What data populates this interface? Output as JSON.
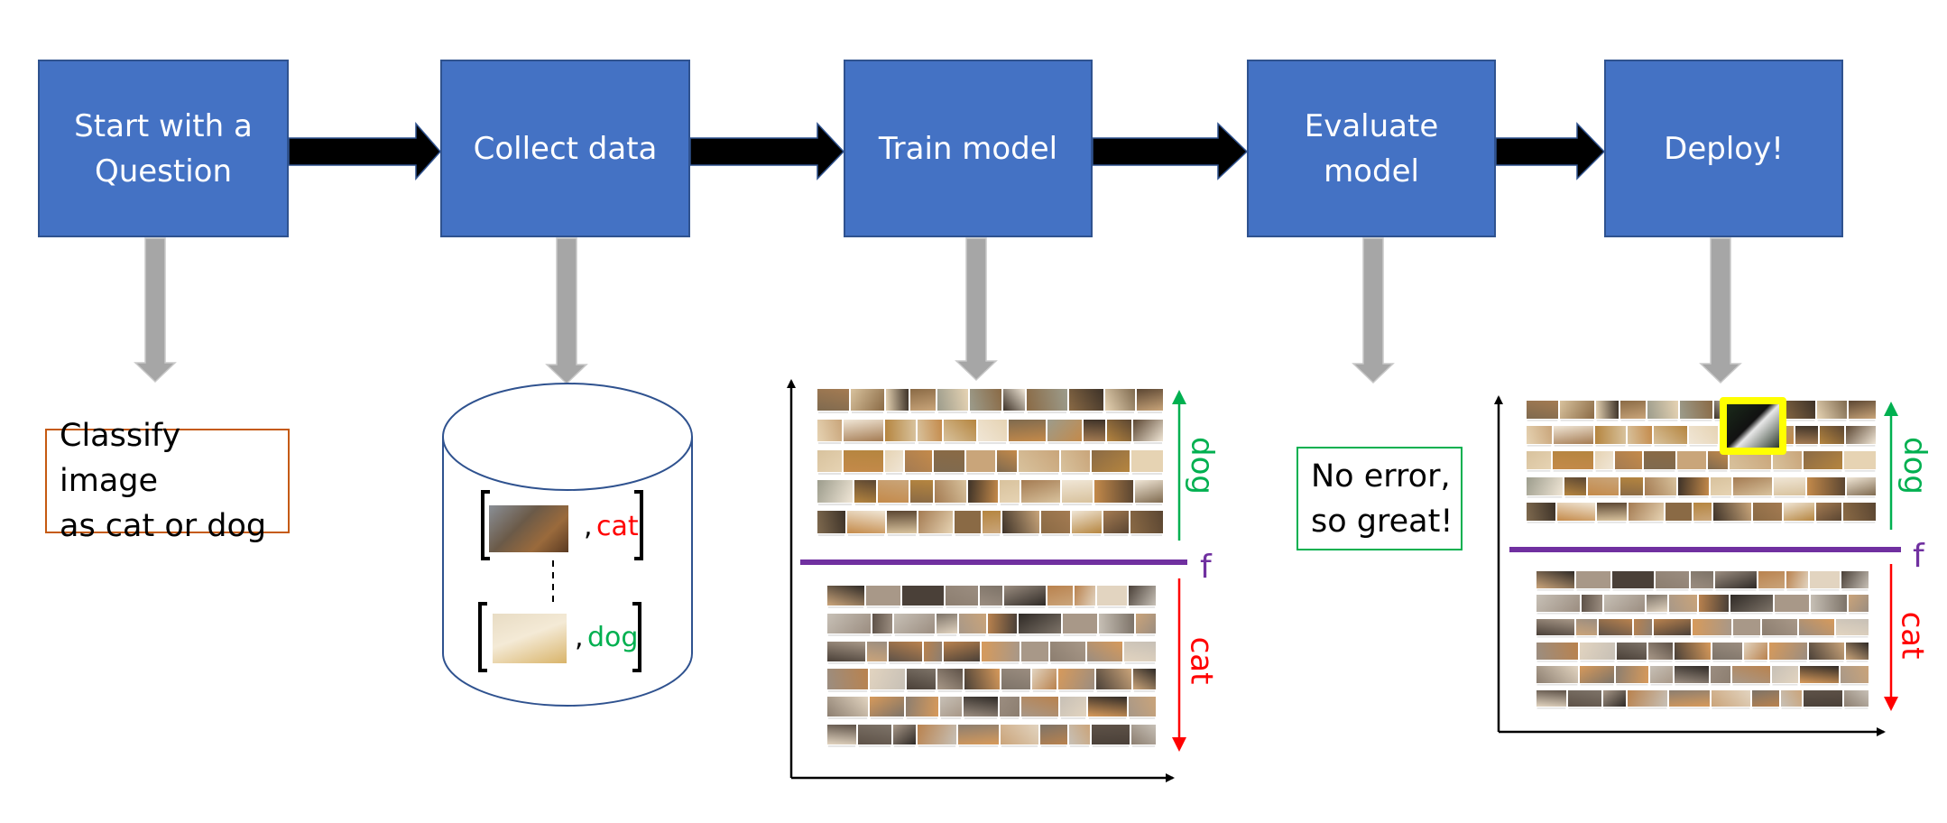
{
  "colors": {
    "box_fill": "#4472c4",
    "box_border": "#2f528f",
    "flow_arrow": "#000000",
    "down_arrow": "#a6a6a6",
    "question_border": "#c55a11",
    "eval_border": "#00b050",
    "dog": "#00b050",
    "cat": "#ff0000",
    "boundary": "#7030a0",
    "highlight": "#ffff00"
  },
  "steps": [
    {
      "label": "Start with a\nQuestion"
    },
    {
      "label": "Collect data"
    },
    {
      "label": "Train model"
    },
    {
      "label": "Evaluate\nmodel"
    },
    {
      "label": "Deploy!"
    }
  ],
  "question": {
    "text": "Classify image\nas cat or dog"
  },
  "dataset": {
    "items": [
      {
        "image": "cat-photo",
        "sep": ",",
        "label": "cat"
      },
      {
        "image": "dog-photo",
        "sep": ",",
        "label": "dog"
      }
    ]
  },
  "train_plot": {
    "upper_class": "dog",
    "lower_class": "cat",
    "boundary_label": "f",
    "upper_grid": "dog-image-search-results",
    "lower_grid": "cat-image-search-results"
  },
  "evaluation": {
    "text": "No error,\nso great!"
  },
  "deploy_plot": {
    "upper_class": "dog",
    "lower_class": "cat",
    "boundary_label": "f",
    "highlighted_item": "new-dog-image"
  }
}
